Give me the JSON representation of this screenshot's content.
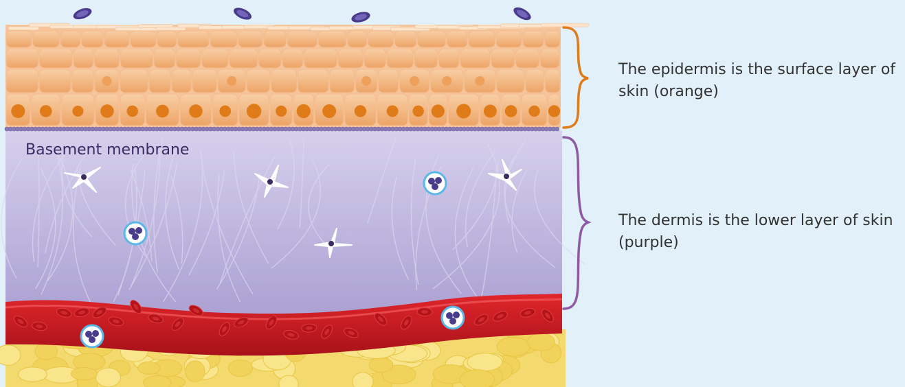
{
  "labels": {
    "basement_membrane": "Basement membrane",
    "epidermis_caption": "The epidermis is the surface layer of skin (orange)",
    "dermis_caption": "The dermis is the lower layer of skin (purple)"
  },
  "colors": {
    "background": "#e1f0f9",
    "epidermis": "#f0b27e",
    "epidermis_nucleus": "#e07b1a",
    "dermis": "#b9b1dc",
    "membrane": "#8a7bb8",
    "blood_vessel": "#c8151b",
    "red_blood_cell": "#b3141a",
    "fat": "#f4da6e",
    "epidermis_bracket": "#e07b1a",
    "dermis_bracket": "#8f5aa3",
    "label_text": "#3b2a63"
  },
  "icons": [
    "bacteria-icon",
    "fibroblast-icon",
    "white-blood-cell-icon",
    "red-blood-cell-icon",
    "fat-cell-icon"
  ]
}
